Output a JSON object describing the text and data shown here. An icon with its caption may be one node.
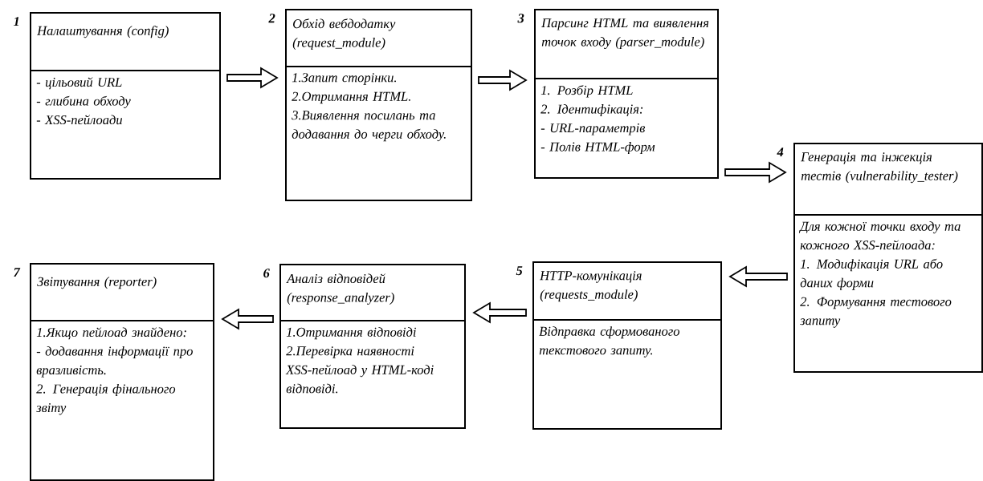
{
  "diagram": {
    "nodes": [
      {
        "text": [
          "Налаштування (config)",
          "- цільовий URL",
          "- глибина обходу",
          "- XSS-пейлоади"
        ],
        "beside": [
          "1"
        ]
      },
      {
        "text": [
          "Обхід вебдодатку (request_module)",
          "1.Запит сторінки.",
          "2.Отримання HTML.",
          "3.Виявлення посилань та додавання до черги обходу."
        ],
        "beside": [
          "2"
        ]
      },
      {
        "text": [
          "Парсинг HTML та виявлення точок входу (parser_module)",
          "1. Розбір HTML",
          "2. Ідентифікація:",
          "- URL-параметрів",
          "- Полів HTML-форм"
        ],
        "beside": [
          "3"
        ]
      },
      {
        "text": [
          "Генерація та інжекція тестів (vulnerability_tester)",
          "Для кожної точки входу та кожного XSS-пейлоада:",
          "1. Модифікація URL або даних форми",
          "2. Формування тестового запиту"
        ],
        "beside": [
          "4"
        ]
      },
      {
        "text": [
          "HTTP-комунікація (requests_module)",
          "Відправка сформованого текстового запиту."
        ],
        "beside": [
          "5"
        ]
      },
      {
        "text": [
          "Аналіз відповідей (response_analyzer)",
          "1.Отримання відповіді",
          "2.Перевірка наявності XSS-пейлоад у HTML-коді відповіді."
        ],
        "beside": [
          "6"
        ]
      },
      {
        "text": [
          "Звітування (reporter)",
          "1.Якщо пейлоад знайдено:",
          "- додавання інформації про вразливість.",
          "2. Генерація фінального звіту"
        ],
        "beside": [
          "7"
        ]
      }
    ],
    "edges": [
      {
        "from": 0,
        "to": 1,
        "arrow": "to"
      },
      {
        "from": 1,
        "to": 2,
        "arrow": "to"
      },
      {
        "from": 2,
        "to": 3,
        "arrow": "to"
      },
      {
        "from": 3,
        "to": 4,
        "arrow": "to"
      },
      {
        "from": 4,
        "to": 5,
        "arrow": "to"
      },
      {
        "from": 5,
        "to": 6,
        "arrow": "to"
      }
    ]
  }
}
